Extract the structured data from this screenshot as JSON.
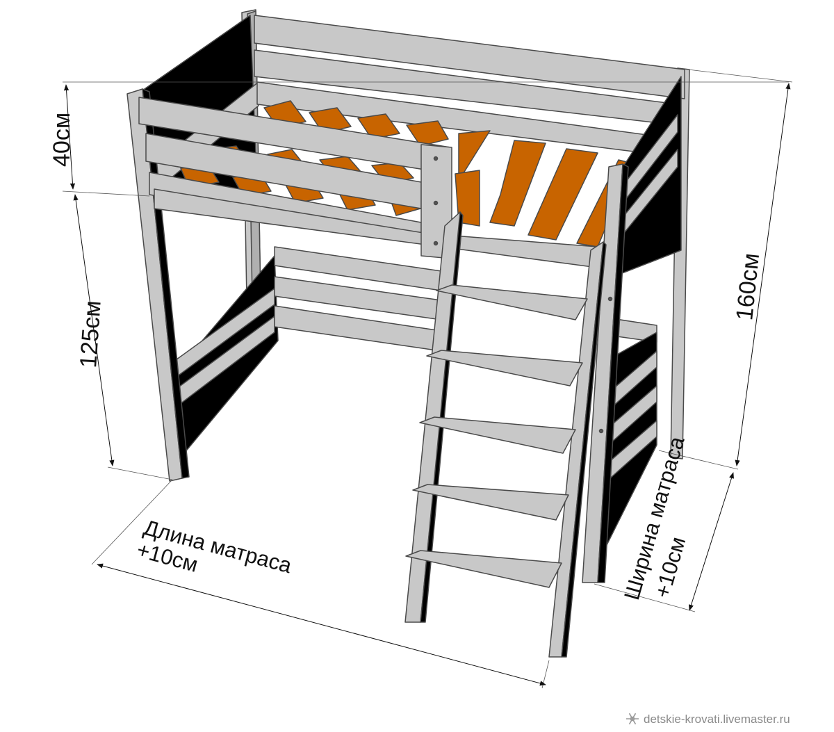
{
  "labels": {
    "height_top": "40см",
    "height_bottom": "125см",
    "height_total": "160см",
    "length_line1": "Длина матраса",
    "length_line2": "+10см",
    "width_line1": "Ширина матраса",
    "width_line2": "+10см"
  },
  "watermark": "detskie-krovati.livemaster.ru",
  "watermark_icon": "snowflake-icon",
  "colors": {
    "frame_light": "#c8c8c8",
    "frame_dark": "#000000",
    "slat": "#c86400",
    "outline": "#4a4a4a"
  }
}
